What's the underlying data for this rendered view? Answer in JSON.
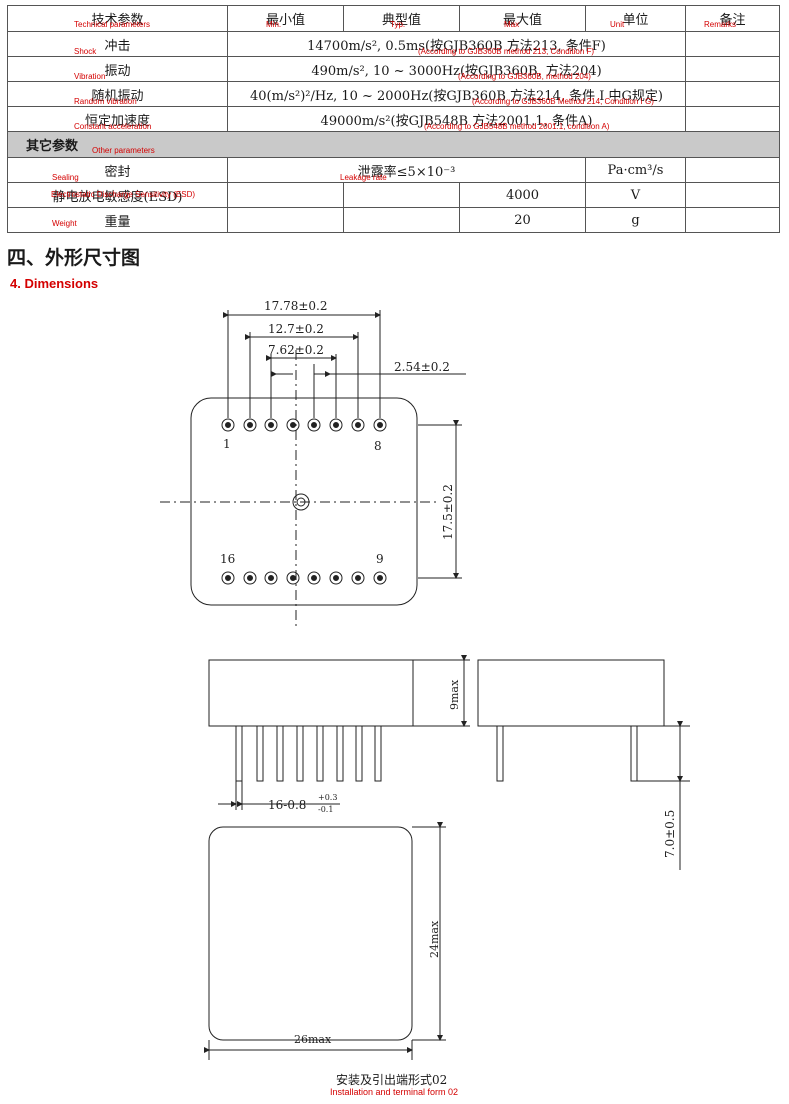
{
  "table": {
    "header": {
      "param_cn": "技术参数",
      "param_en": "Technical parameters",
      "min_cn": "最小值",
      "min_en": "Min.",
      "typ_cn": "典型值",
      "typ_en": "Typ.",
      "max_cn": "最大值",
      "max_en": "Max",
      "unit_cn": "单位",
      "unit_en": "Unit",
      "remarks_cn": "备注",
      "remarks_en": "Remarks"
    },
    "rows": [
      {
        "name_cn": "冲击",
        "name_en": "Shock",
        "value": "14700m/s², 0.5ms(按GJB360B 方法213, 条件F)",
        "value_en": "(According to GJB360B method 213, Condition F)"
      },
      {
        "name_cn": "振动",
        "name_en": "Vibration",
        "value": "490m/s², 10 ~ 3000Hz(按GJB360B, 方法204)",
        "value_en": "(According to GJB360B, method 204)"
      },
      {
        "name_cn": "随机振动",
        "name_en": "Random vibration",
        "value": "40(m/s²)²/Hz, 10 ~ 2000Hz(按GJB360B 方法214, 条件 I 中G规定)",
        "value_en": "(According to GJB360B Method 214, Condition I G)"
      },
      {
        "name_cn": "恒定加速度",
        "name_en": "Constant acceleration",
        "value": "49000m/s²(按GJB548B 方法2001.1, 条件A)",
        "value_en": "(According to GJB548B method 2001.1, condition A)"
      }
    ],
    "section": {
      "cn": "其它参数",
      "en": "Other parameters"
    },
    "other_rows": [
      {
        "name_cn": "密封",
        "name_en": "Sealing",
        "value": "泄露率≤5×10⁻³",
        "value_en": "Leakage rate",
        "unit": "Pa·cm³/s"
      },
      {
        "name_cn": "静电放电敏感度(ESD)",
        "name_en": "Electrostatic Discharge Sensitivity (ESD)",
        "max": "4000",
        "unit": "V"
      },
      {
        "name_cn": "重量",
        "name_en": "Weight",
        "max": "20",
        "unit": "g"
      }
    ]
  },
  "section_title": {
    "cn": "四、外形尺寸图",
    "en": "4. Dimensions"
  },
  "drawing": {
    "dim_outer": "17.78±0.2",
    "dim_mid": "12.7±0.2",
    "dim_inner": "7.62±0.2",
    "dim_pitch": "2.54±0.2",
    "dim_height": "17.5±0.2",
    "pin_1": "1",
    "pin_8": "8",
    "pin_16": "16",
    "pin_9": "9",
    "dim_body_h": "9max",
    "dim_pin_d": "16-0.8",
    "dim_pin_tol_up": "+0.3",
    "dim_pin_tol_dn": "-0.1",
    "dim_pin_len": "7.0±0.5",
    "dim_depth": "24max",
    "dim_width": "26max"
  },
  "caption": {
    "cn": "安装及引出端形式02",
    "en": "Installation and terminal form 02"
  }
}
